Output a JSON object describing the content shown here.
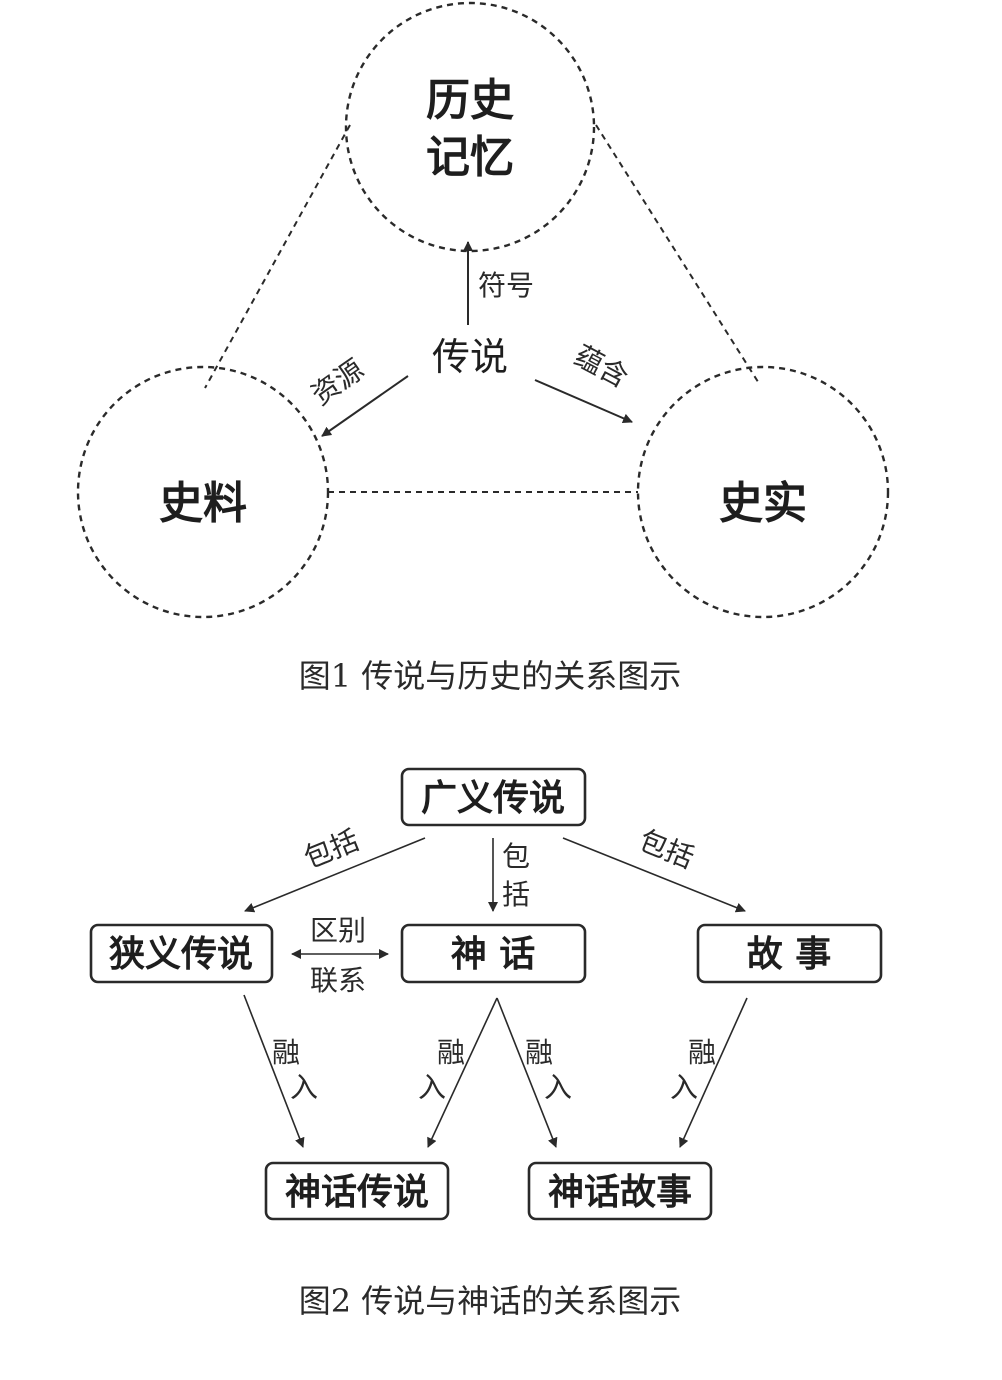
{
  "figure1": {
    "top_circle_line1": "历史",
    "top_circle_line2": "记忆",
    "left_circle": "史料",
    "right_circle": "史实",
    "center": "传说",
    "arrow_up_label": "符号",
    "arrow_left_label": "资源",
    "arrow_right_label": "蕴含",
    "caption": "图1  传说与历史的关系图示"
  },
  "figure2": {
    "top_box": "广义传说",
    "left_box": "狭义传说",
    "mid_box": "神  话",
    "right_box": "故  事",
    "bottom_left_box": "神话传说",
    "bottom_right_box": "神话故事",
    "label_left_include": "包括",
    "label_mid_include_1": "包",
    "label_mid_include_2": "括",
    "label_right_include": "包括",
    "label_distinguish": "区别",
    "label_connect": "联系",
    "merge_1a": "融",
    "merge_1b": "入",
    "merge_2a": "融",
    "merge_2b": "入",
    "merge_3a": "融",
    "merge_3b": "入",
    "merge_4a": "融",
    "merge_4b": "入",
    "caption": "图2  传说与神话的关系图示"
  }
}
